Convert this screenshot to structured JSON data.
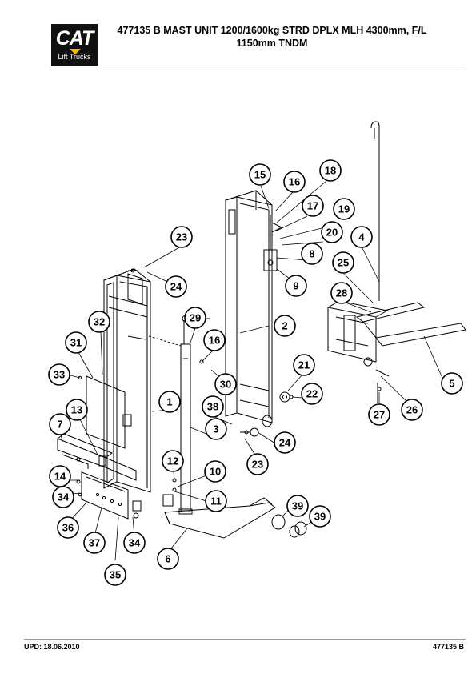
{
  "header": {
    "logo_text": "CAT",
    "logo_subtext": "Lift Trucks",
    "title_line1": "477135 B  MAST UNIT 1200/1600kg STRD DPLX MLH 4300mm, F/L",
    "title_line2": "1150mm TNDM"
  },
  "footer": {
    "update": "UPD: 18.06.2010",
    "doc_number": "477135 B"
  },
  "callouts": [
    "15",
    "16",
    "18",
    "17",
    "19",
    "20",
    "4",
    "23",
    "8",
    "25",
    "24",
    "9",
    "28",
    "2",
    "29",
    "32",
    "16",
    "31",
    "21",
    "33",
    "30",
    "22",
    "5",
    "1",
    "26",
    "27",
    "38",
    "13",
    "7",
    "3",
    "24",
    "23",
    "12",
    "10",
    "14",
    "34",
    "11",
    "39",
    "39",
    "36",
    "37",
    "34",
    "6",
    "35"
  ]
}
